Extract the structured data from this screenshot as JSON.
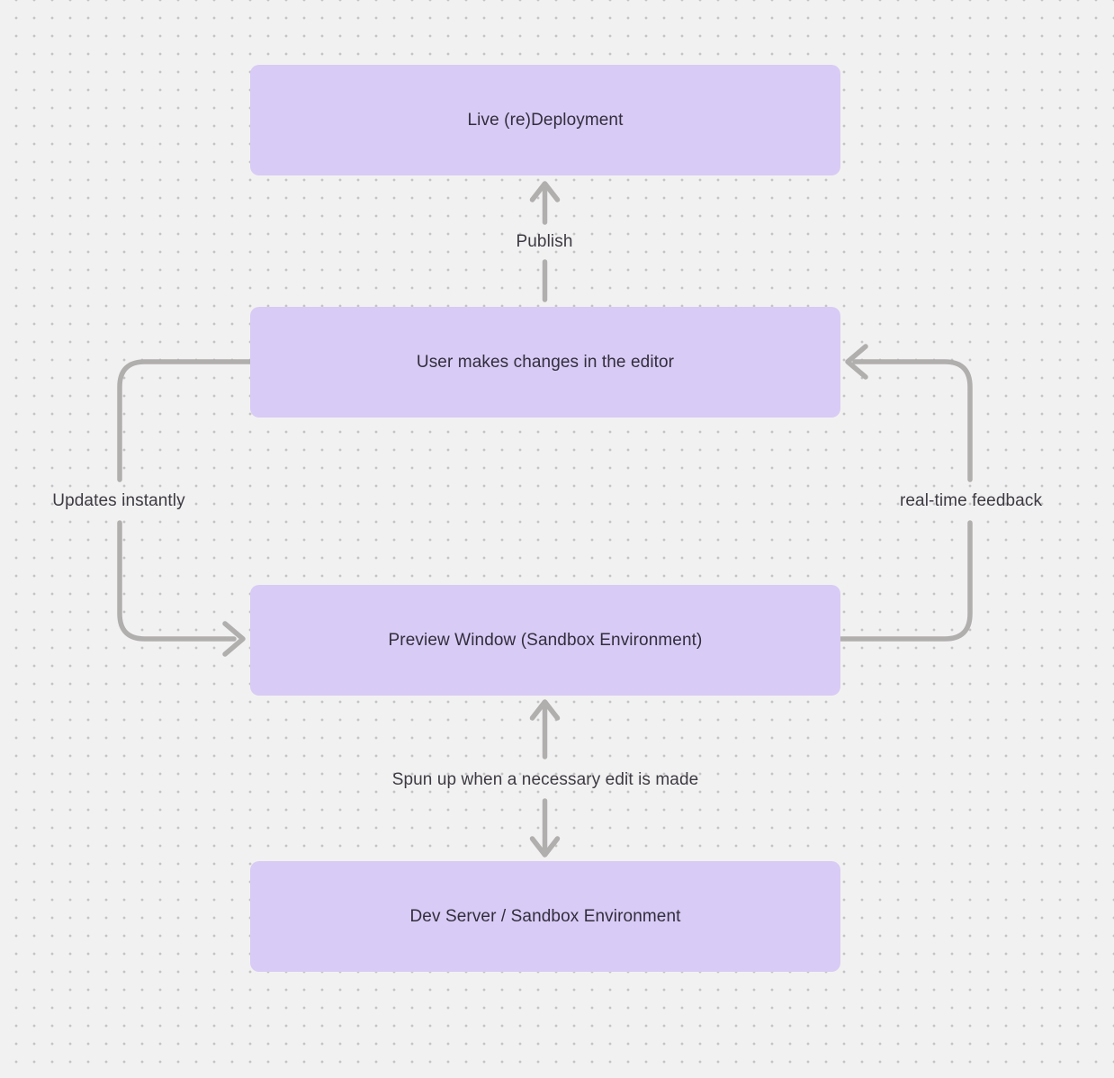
{
  "colors": {
    "canvas_bg": "#f2f1f1",
    "dot_color": "#c5c3c3",
    "node_fill": "#d8cbf5",
    "node_text": "#322e3d",
    "arrow_color": "#b1aeae",
    "label_text": "#3d3a42"
  },
  "nodes": [
    {
      "id": "live-deployment",
      "label": "Live (re)Deployment"
    },
    {
      "id": "user-changes",
      "label": "User makes changes in the editor"
    },
    {
      "id": "preview-window",
      "label": "Preview Window (Sandbox Environment)"
    },
    {
      "id": "dev-server",
      "label": "Dev Server / Sandbox Environment"
    }
  ],
  "edges": [
    {
      "id": "publish",
      "label": "Publish",
      "from": "user-changes",
      "to": "live-deployment",
      "direction": "up"
    },
    {
      "id": "updates-instantly",
      "label": "Updates instantly",
      "from": "user-changes",
      "to": "preview-window",
      "direction": "left-loop"
    },
    {
      "id": "real-time-feedback",
      "label": "real-time feedback",
      "from": "preview-window",
      "to": "user-changes",
      "direction": "right-loop"
    },
    {
      "id": "spun-up",
      "label": "Spun up when a necessary edit is made",
      "from": "preview-window",
      "to": "dev-server",
      "direction": "bidirectional"
    }
  ]
}
